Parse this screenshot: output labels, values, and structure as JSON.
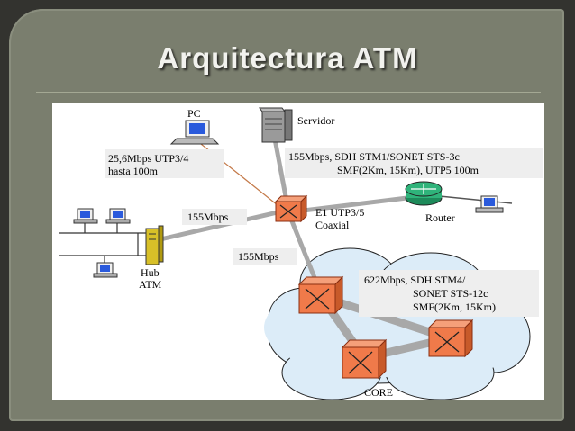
{
  "slide": {
    "title": "Arquitectura ATM"
  },
  "diagram": {
    "labels": {
      "pc": "PC",
      "servidor": "Servidor",
      "pc_link_line1": "25,6Mbps UTP3/4",
      "pc_link_line2": "hasta 100m",
      "server_link_line1": "155Mbps, SDH STM1/SONET STS-3c",
      "server_link_line2": "SMF(2Km, 15Km), UTP5 100m",
      "hub_link": "155Mbps",
      "switch_e1_line1": "E1 UTP3/5",
      "switch_e1_line2": "Coaxial",
      "router": "Router",
      "core_link": "155Mbps",
      "hub_line1": "Hub",
      "hub_line2": "ATM",
      "backbone_line1": "622Mbps, SDH STM4/",
      "backbone_line2": "SONET STS-12c",
      "backbone_line3": "SMF(2Km, 15Km)",
      "core": "CORE"
    },
    "colors": {
      "switch_fill": "#f07a4a",
      "switch_edge": "#8a2e10",
      "router_fill": "#2fb37a",
      "cloud_fill": "#dcecf8",
      "trunk": "#a8a8a8",
      "pc_link": "#c47a4a",
      "label_box": "#eeeeee"
    }
  }
}
